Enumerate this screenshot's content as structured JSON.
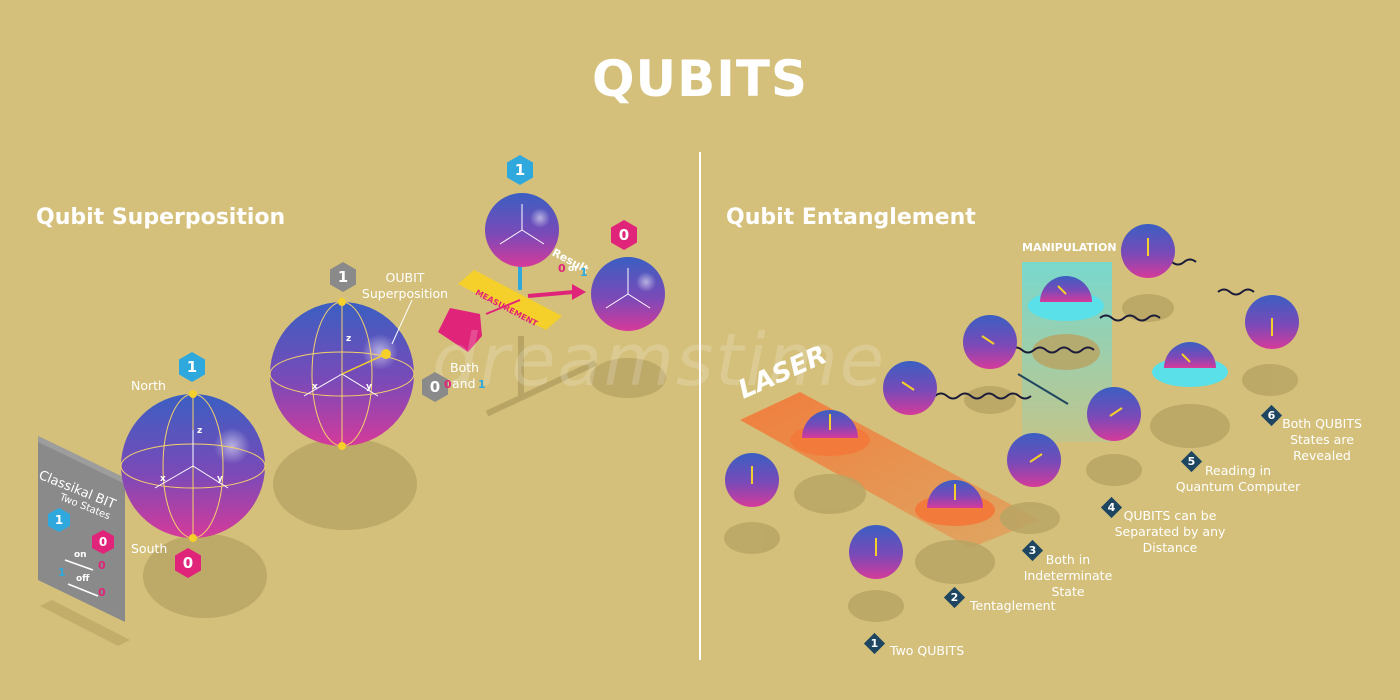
{
  "title": "QUBITS",
  "left_panel": {
    "heading": "Qubit Superposition",
    "classical_card": {
      "title": "Classikal BIT",
      "subtitle": "Two States",
      "on_label": "on",
      "off_label": "off",
      "one": "1",
      "zero": "0"
    },
    "sphere_labels": {
      "north": "North",
      "south": "South"
    },
    "badges": {
      "one": "1",
      "zero": "0"
    },
    "qubit_label": "OUBIT\nSuperposition",
    "both_label": {
      "both": "Both",
      "and": "and"
    },
    "measurement_label": "MEASUREMENT",
    "result_label": {
      "result": "Result",
      "zero": "0",
      "or": "or",
      "one": "1"
    },
    "axis_letters": [
      "z",
      "x",
      "y"
    ]
  },
  "right_panel": {
    "heading": "Qubit Entanglement",
    "laser_label": "LASER",
    "manipulation_label": "MANIPULATION",
    "steps": [
      {
        "num": "1",
        "text": "Two QUBITS"
      },
      {
        "num": "2",
        "text": "Tentaglement"
      },
      {
        "num": "3",
        "text": "Both in\nIndeterminate State"
      },
      {
        "num": "4",
        "text": "QUBITS can be\nSeparated by any Distance"
      },
      {
        "num": "5",
        "text": "Reading in\nQuantum Computer"
      },
      {
        "num": "6",
        "text": "Both QUBITS\nStates are Revealed"
      }
    ]
  },
  "watermark": "dreamstime",
  "colors": {
    "background": "#d4c07a",
    "sphere_top": "#3a5fc2",
    "sphere_bottom": "#d63a9a",
    "badge_blue": "#2fa8de",
    "badge_pink": "#e0247a",
    "badge_grey": "#8a8a8a",
    "laser": "#f27a3a",
    "manipulation": "#5ae0e8",
    "step_marker": "#1e4660",
    "measurement_bar": "#f5d02a"
  }
}
